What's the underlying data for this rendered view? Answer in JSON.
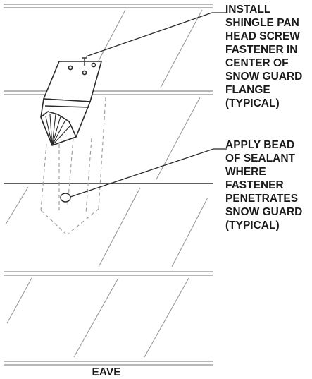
{
  "callouts": {
    "fastener": "INSTALL\nSHINGLE PAN\nHEAD SCREW\nFASTENER IN\nCENTER OF\nSNOW GUARD\nFLANGE\n(TYPICAL)",
    "sealant": "APPLY BEAD\nOF SEALANT\nWHERE\nFASTENER\nPENETRATES\nSNOW GUARD\n(TYPICAL)"
  },
  "eave_label": "EAVE",
  "colors": {
    "line": "#3a3a3a",
    "light_line": "#8c8c8c",
    "dashed": "#9a9a9a",
    "text": "#1a1a1a"
  }
}
